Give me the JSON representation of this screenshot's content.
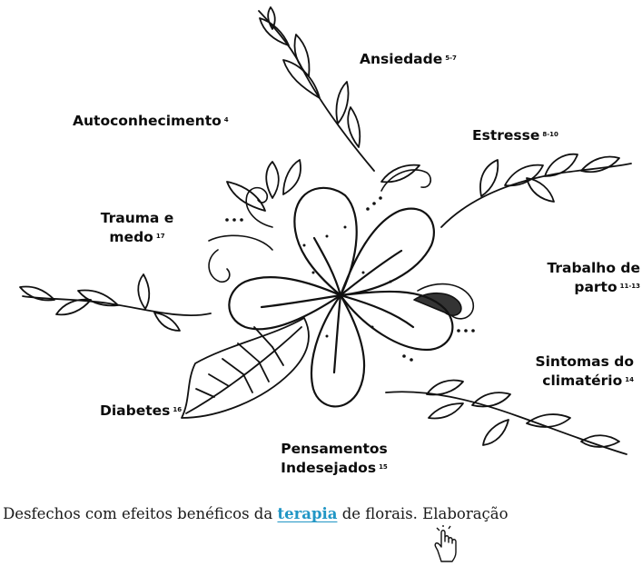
{
  "labels": {
    "ansiedade": {
      "text": "Ansiedade",
      "ref": "5-7"
    },
    "autoconhecimento": {
      "text": "Autoconhecimento",
      "ref": "4"
    },
    "estresse": {
      "text": "Estresse",
      "ref": "8-10"
    },
    "trauma_line1": "Trauma e",
    "trauma_line2": {
      "text": "medo",
      "ref": "17"
    },
    "trabalho_line1": "Trabalho de",
    "trabalho_line2": {
      "text": "parto",
      "ref": "11-13"
    },
    "sintomas_line1": "Sintomas do",
    "sintomas_line2": {
      "text": "climatério",
      "ref": "14"
    },
    "diabetes": {
      "text": "Diabetes",
      "ref": "16"
    },
    "pensamentos_line1": "Pensamentos",
    "pensamentos_line2": {
      "text": "Indesejados",
      "ref": "15"
    }
  },
  "caption": {
    "before": "a Desfechos com efeitos benéficos da ",
    "link": "terapia",
    "after": " de florais. Elaboração"
  },
  "colors": {
    "ink": "#0b0b0b",
    "link": "#2196c5"
  },
  "icons": {
    "pointer": "hand-pointer-icon",
    "flower": "frangipani-flower-illustration"
  }
}
